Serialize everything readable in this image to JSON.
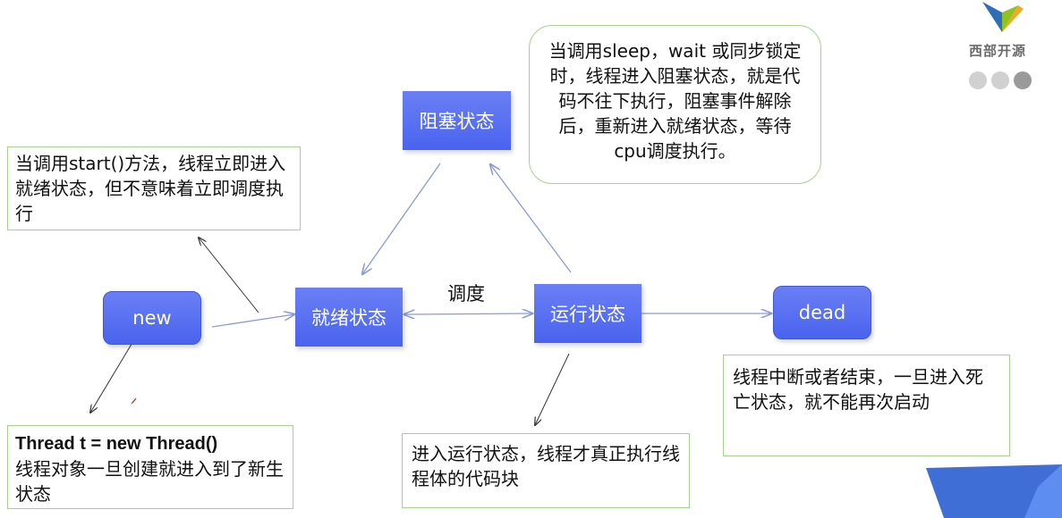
{
  "states": {
    "new": "new",
    "ready": "就绪状态",
    "running": "运行状态",
    "blocked": "阻塞状态",
    "dead": "dead"
  },
  "schedule_label": "调度",
  "notes": {
    "start": "当调用start()方法，线程立即进入就绪状态，但不意味着立即调度执行",
    "sleep": "当调用sleep，wait 或同步锁定时，线程进入阻塞状态，就是代码不往下执行，阻塞事件解除后，重新进入就绪状态，等待cpu调度执行。",
    "thread_code": "Thread t = new Thread()",
    "thread_desc": "线程对象一旦创建就进入到了新生状态",
    "running": "进入运行状态，线程才真正执行线程体的代码块",
    "dead": "线程中断或者结束，一旦进入死亡状态，就不能再次启动"
  },
  "logo": {
    "text": "西部开源",
    "colors": [
      "#2d6fb7",
      "#8fc31f",
      "#f5a623"
    ],
    "dot_colors": [
      "#d0d0d0",
      "#d0d0d0",
      "#9a9a9a"
    ]
  },
  "colors": {
    "state_fill": "#5a71f0",
    "note_border": "#a9d18e",
    "arrow": "#8a9ad8",
    "corner": "#3f6fd6"
  }
}
